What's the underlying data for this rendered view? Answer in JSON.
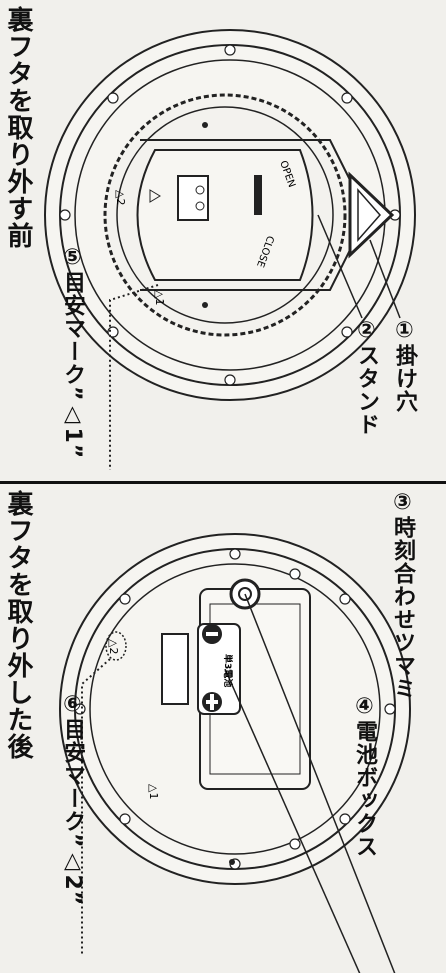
{
  "top_panel": {
    "title": "裏フタを取り外す前",
    "labels": {
      "hook_hole": "①掛け穴",
      "stand": "②スタンド",
      "guide_mark": "⑤目安マーク”△1”"
    },
    "dial_text": {
      "open": "OPEN",
      "close": "CLOSE",
      "mark_1": "△1",
      "mark_2": "△2"
    }
  },
  "bottom_panel": {
    "title": "裏フタを取り外した後",
    "labels": {
      "time_knob": "③時刻合わせツマミ",
      "battery_box": "④電池ボックス",
      "guide_mark": "⑥目安マーク”△2”"
    },
    "dial_text": {
      "mark_1": "△1",
      "mark_2": "△2",
      "battery": "単3電池"
    }
  }
}
